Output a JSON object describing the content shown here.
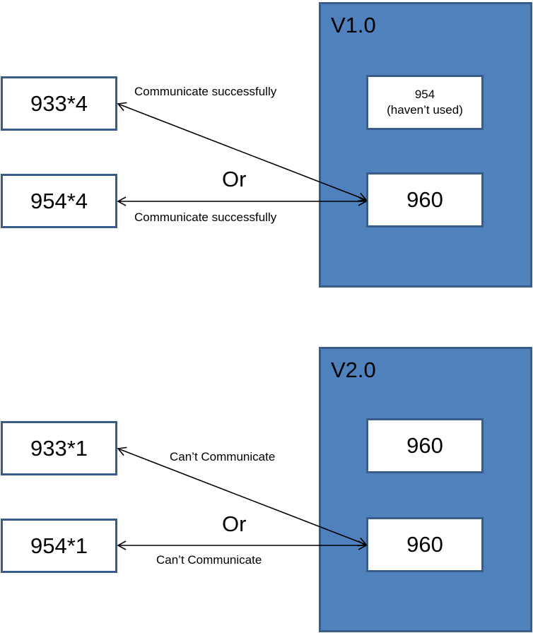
{
  "top": {
    "panel_title": "V1.0",
    "chip_954": {
      "line1": "954",
      "line2": "(haven’t used)"
    },
    "chip_960": "960",
    "left_933": "933*4",
    "left_954": "954*4",
    "label_933": "Communicate successfully",
    "label_954": "Communicate successfully",
    "or": "Or"
  },
  "bottom": {
    "panel_title": "V2.0",
    "chip_960_upper": "960",
    "chip_960_lower": "960",
    "left_933": "933*1",
    "left_954": "954*1",
    "label_933": "Can’t Communicate",
    "label_954": "Can’t Communicate",
    "or": "Or"
  },
  "colors": {
    "panel_fill": "#4f81bd",
    "border": "#385d8a",
    "arrow": "#000000"
  }
}
